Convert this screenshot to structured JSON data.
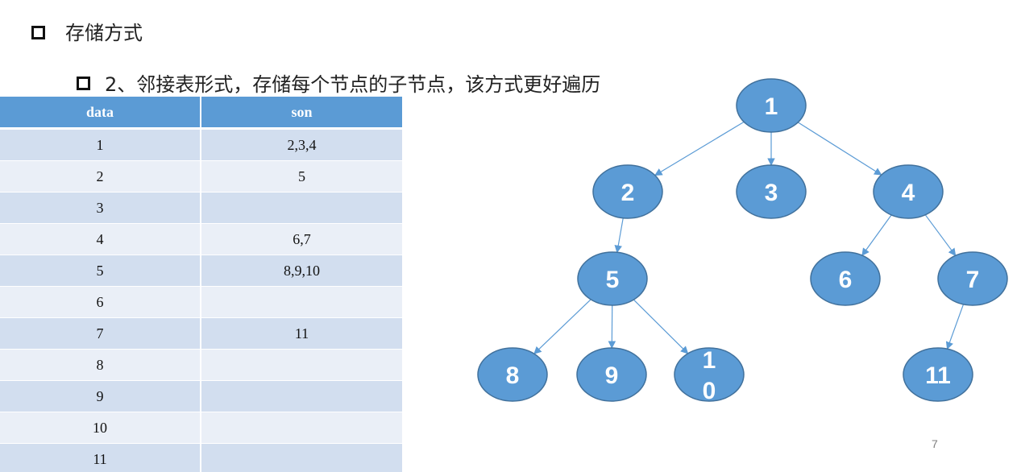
{
  "slide": {
    "title": "存储方式",
    "subtitle": "2、邻接表形式，存储每个节点的子节点，该方式更好遍历",
    "page_number": "7"
  },
  "table": {
    "headers": [
      "data",
      "son"
    ],
    "rows": [
      [
        "1",
        "2,3,4"
      ],
      [
        "2",
        "5"
      ],
      [
        "3",
        ""
      ],
      [
        "4",
        "6,7"
      ],
      [
        "5",
        "8,9,10"
      ],
      [
        "6",
        ""
      ],
      [
        "7",
        "11"
      ],
      [
        "8",
        ""
      ],
      [
        "9",
        ""
      ],
      [
        "10",
        ""
      ],
      [
        "11",
        ""
      ]
    ]
  },
  "tree": {
    "nodes": [
      {
        "id": "1",
        "label": "1"
      },
      {
        "id": "2",
        "label": "2"
      },
      {
        "id": "3",
        "label": "3"
      },
      {
        "id": "4",
        "label": "4"
      },
      {
        "id": "5",
        "label": "5"
      },
      {
        "id": "6",
        "label": "6"
      },
      {
        "id": "7",
        "label": "7"
      },
      {
        "id": "8",
        "label": "8"
      },
      {
        "id": "9",
        "label": "9"
      },
      {
        "id": "10",
        "label": "10"
      },
      {
        "id": "11",
        "label": "11"
      }
    ],
    "edges": [
      [
        "1",
        "2"
      ],
      [
        "1",
        "3"
      ],
      [
        "1",
        "4"
      ],
      [
        "2",
        "5"
      ],
      [
        "4",
        "6"
      ],
      [
        "4",
        "7"
      ],
      [
        "5",
        "8"
      ],
      [
        "5",
        "9"
      ],
      [
        "5",
        "10"
      ],
      [
        "7",
        "11"
      ]
    ]
  },
  "colors": {
    "node_fill": "#5b9bd5",
    "node_stroke": "#41719c",
    "edge": "#5b9bd5",
    "header_bg": "#5b9bd5",
    "row_odd": "#d2deef",
    "row_even": "#eaeff7"
  }
}
